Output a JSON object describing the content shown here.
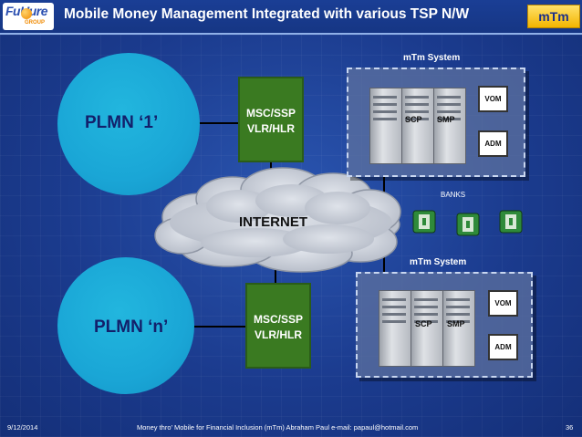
{
  "header": {
    "logo_text_top": "FuUure",
    "logo_text_bottom": "GROUP",
    "title": "Mobile Money Management Integrated with various TSP N/W",
    "badge": "mTm"
  },
  "network": {
    "plmn_top": "PLMN ‘1’",
    "plmn_bottom": "PLMN ‘n’",
    "msc_top": {
      "line1": "MSC/SSP",
      "line2": "VLR/HLR"
    },
    "msc_bottom": {
      "line1": "MSC/SSP",
      "line2": "VLR/HLR"
    },
    "internet": "INTERNET",
    "banks": "BANKS"
  },
  "mtm_system_top": {
    "title": "mTm System",
    "scp": "SCP",
    "smp": "SMP",
    "vom": "VOM",
    "adm": "ADM"
  },
  "mtm_system_bottom": {
    "title": "mTm System",
    "scp": "SCP",
    "smp": "SMP",
    "vom": "VOM",
    "adm": "ADM"
  },
  "footer": {
    "date": "9/12/2014",
    "caption": "Money thro’ Mobile for Financial Inclusion (mTm) Abraham Paul e-mail: papaul@hotmail.com",
    "page": "36"
  },
  "colors": {
    "background": "#1c3f95",
    "plmn_circle": "#1aa6d6",
    "msc_box": "#3a7a21",
    "badge": "#f3b500"
  }
}
